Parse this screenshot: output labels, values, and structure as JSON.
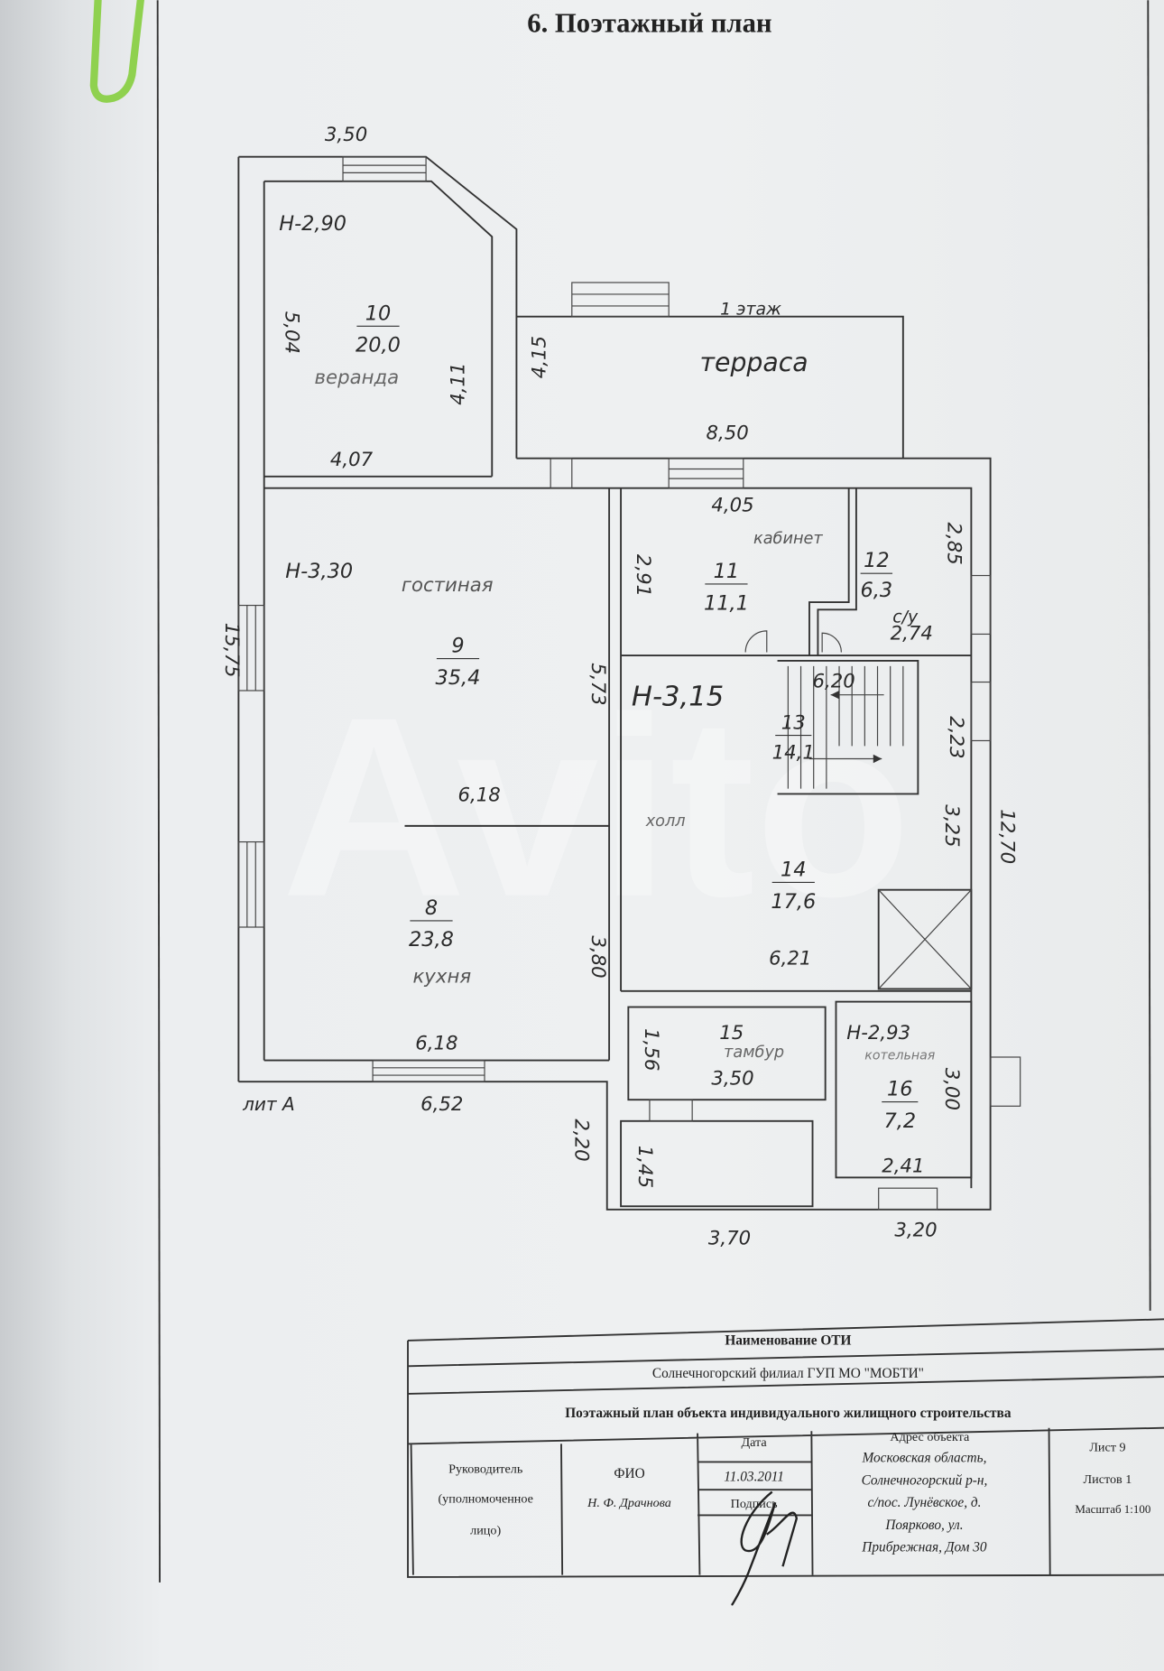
{
  "title": "6. Поэтажный план",
  "plan": {
    "rooms": [
      {
        "number": "10",
        "area": "20,0",
        "name": "веранда",
        "height": "Н-2,90"
      },
      {
        "number": "9",
        "area": "35,4",
        "name": "гостиная",
        "height": "Н-3,30"
      },
      {
        "number": "8",
        "area": "23,8",
        "name": "кухня"
      },
      {
        "number": "11",
        "area": "11,1",
        "name": "кабинет"
      },
      {
        "number": "12",
        "area": "6,3",
        "name": "с/у"
      },
      {
        "number": "13",
        "area": "14,1",
        "height": "Н-3,15"
      },
      {
        "number": "14",
        "area": "17,6",
        "name": "холл"
      },
      {
        "number": "15",
        "area": "",
        "name": "тамбур"
      },
      {
        "number": "16",
        "area": "7,2",
        "name": "котельная",
        "height": "Н-2,93"
      }
    ],
    "terrace_label": "терраса",
    "floor_note": "1 этаж",
    "lit_label": "лит А",
    "dimensions": [
      "3,50",
      "5,04",
      "4,11",
      "4,15",
      "4,07",
      "8,50",
      "4,05",
      "2,91",
      "2,85",
      "2,74",
      "15,75",
      "5,73",
      "6,20",
      "2,23",
      "6,18",
      "3,25",
      "12,70",
      "6,21",
      "3,80",
      "6,18",
      "1,56",
      "3,50",
      "3,00",
      "2,41",
      "6,52",
      "2,20",
      "1,45",
      "3,70",
      "3,20"
    ]
  },
  "title_block": {
    "header": "Наименование ОТИ",
    "org": "Солнечногорский филиал ГУП МО \"МОБТИ\"",
    "doc_name": "Поэтажный план объекта индивидуального жилищного строительства",
    "role_line1": "Руководитель",
    "role_line2": "(уполномоченное",
    "role_line3": "лицо)",
    "fio_label": "ФИО",
    "fio": "Н. Ф. Драчнова",
    "date_label": "Дата",
    "date": "11.03.2011",
    "sign_label": "Подпись",
    "address_label": "Адрес объекта",
    "address_lines": [
      "Московская область,",
      "Солнечногорский р-н,",
      "с/пос. Лунёвское, д.",
      "Поярково, ул.",
      "Прибрежная, Дом 30"
    ],
    "sheet": "Лист 9",
    "sheets": "Листов 1",
    "scale": "Масштаб 1:100"
  },
  "watermark": "Avito"
}
